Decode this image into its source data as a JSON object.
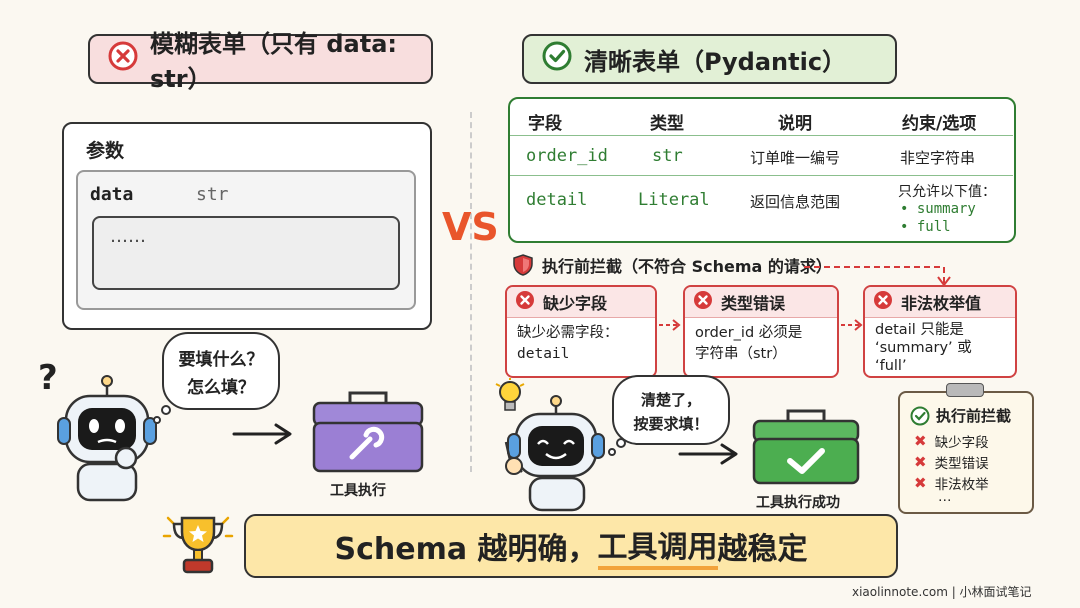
{
  "left": {
    "header": "模糊表单（只有 data: str）",
    "panel_title": "参数",
    "param_name": "data",
    "param_type": "str",
    "input_placeholder": "……",
    "bubble_line1": "要填什么？",
    "bubble_line2": "怎么填？",
    "question_mark": "?",
    "caption": "工具执行"
  },
  "vs": "VS",
  "right": {
    "header": "清晰表单（Pydantic）",
    "table": {
      "headers": [
        "字段",
        "类型",
        "说明",
        "约束/选项"
      ],
      "rows": [
        {
          "field": "order_id",
          "type": "str",
          "desc": "订单唯一编号",
          "constraint": "非空字符串"
        },
        {
          "field": "detail",
          "type": "Literal",
          "desc": "返回信息范围",
          "constraint": "只允许以下值：",
          "options": [
            "• summary",
            "• full"
          ]
        }
      ]
    },
    "intercept_title": "执行前拦截（不符合 Schema 的请求）",
    "errors": [
      {
        "title": "缺少字段",
        "line1": "缺少必需字段：",
        "line2": "detail"
      },
      {
        "title": "类型错误",
        "line1": "order_id 必须是",
        "line2": "字符串（str）"
      },
      {
        "title": "非法枚举值",
        "line1": "detail 只能是",
        "line2": "‘summary’ 或",
        "line3": "‘full’"
      }
    ],
    "clipboard": {
      "title": "执行前拦截",
      "items": [
        "缺少字段",
        "类型错误",
        "非法枚举"
      ],
      "more": "…"
    },
    "bubble_line1": "清楚了，",
    "bubble_line2": "按要求填！",
    "caption": "工具执行成功"
  },
  "banner": {
    "part1": "Schema 越明确，",
    "part2": "工具调用",
    "part3": "越稳定"
  },
  "footer": "xiaolinnote.com | 小林面试笔记",
  "colors": {
    "red": "#d63a3a",
    "green": "#2f7d32",
    "accent": "#e9552b",
    "banner": "#fde7a8"
  }
}
